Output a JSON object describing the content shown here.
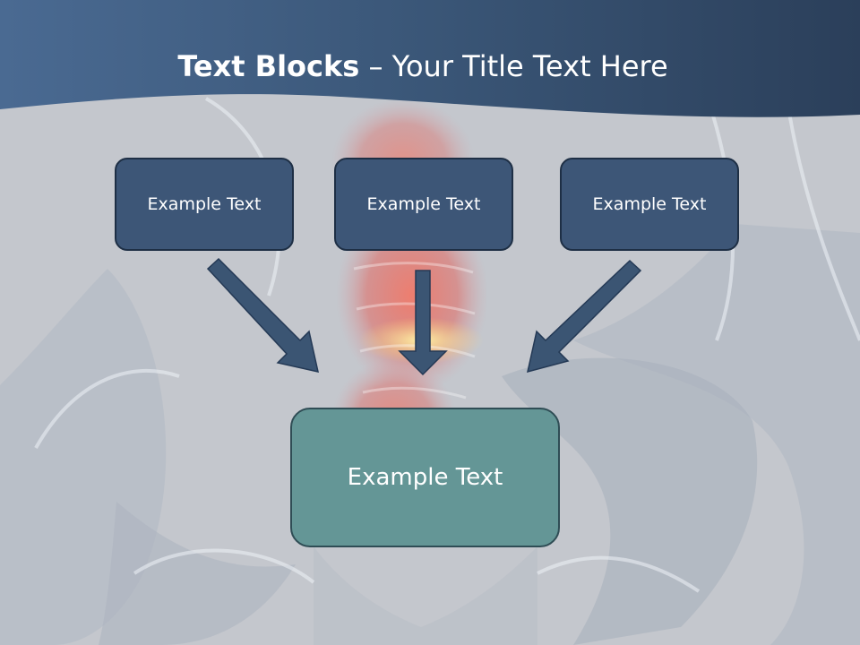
{
  "slide": {
    "title_bold": "Text Blocks",
    "title_dash": " – ",
    "title_rest": "Your Title Text Here"
  },
  "diagram": {
    "top_boxes": [
      "Example Text",
      "Example Text",
      "Example Text"
    ],
    "target_box": "Example Text"
  },
  "colors": {
    "header_band": "#34506f",
    "top_box_fill": "#3d5677",
    "target_box_fill": "#649696",
    "arrow_fill": "#3b5573"
  }
}
